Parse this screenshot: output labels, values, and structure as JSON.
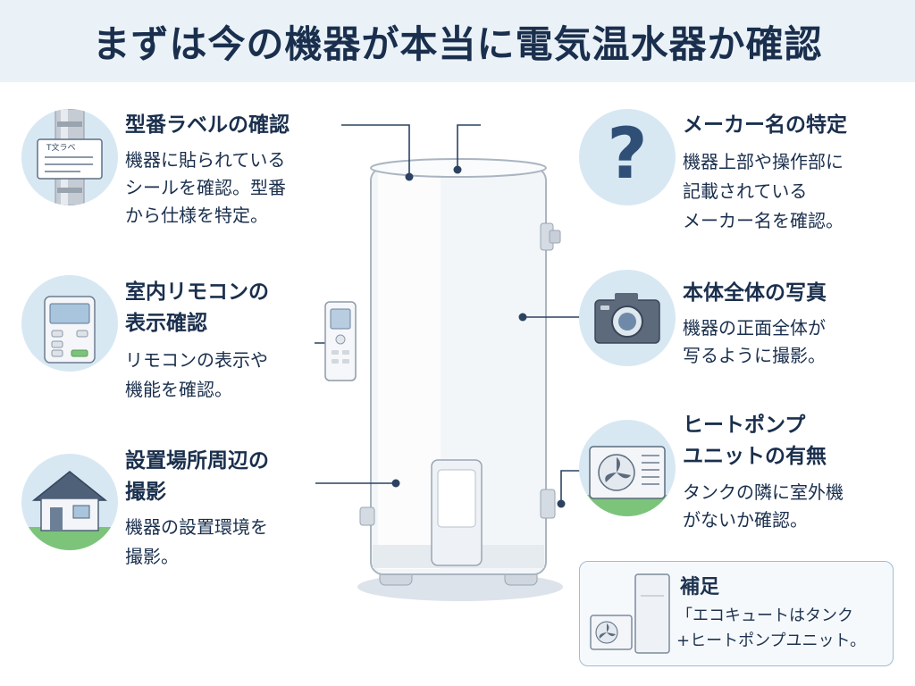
{
  "header": {
    "title": "まずは今の機器が本当に電気温水器か確認"
  },
  "items": {
    "label": {
      "title": "型番ラベルの確認",
      "desc": [
        "機器に貼られている",
        "シールを確認。型番",
        "から仕様を特定。"
      ],
      "tag_text": "T文ラベ"
    },
    "remote": {
      "title_lines": [
        "室内リモコンの",
        "表示確認"
      ],
      "desc": [
        "リモコンの表示や",
        "機能を確認。"
      ]
    },
    "site": {
      "title_lines": [
        "設置場所周辺の",
        "撮影"
      ],
      "desc": [
        "機器の設置環境を",
        "撮影。"
      ]
    },
    "maker": {
      "title": "メーカー名の特定",
      "desc": [
        "機器上部や操作部に",
        "記載されている",
        "メーカー名を確認。"
      ]
    },
    "photo": {
      "title": "本体全体の写真",
      "desc": [
        "機器の正面全体が",
        "写るように撮影。"
      ]
    },
    "heatpump": {
      "title_lines": [
        "ヒートポンプ",
        "ユニットの有無"
      ],
      "desc": [
        "タンクの隣に室外機",
        "がないか確認。"
      ]
    }
  },
  "supplement": {
    "title": "補足",
    "lines": [
      "「エコキュートはタンク",
      "+ヒートポンプユニット。"
    ]
  },
  "icons": [
    "label-pipe-icon",
    "remote-control-icon",
    "house-icon",
    "question-mark-icon",
    "camera-icon",
    "outdoor-unit-icon",
    "water-heater-tank-icon"
  ],
  "colors": {
    "accent": "#1a2f4d",
    "icon_bg": "#d7e8f3",
    "header_bg": "#eaf2f8",
    "grass": "#7cc47a"
  }
}
